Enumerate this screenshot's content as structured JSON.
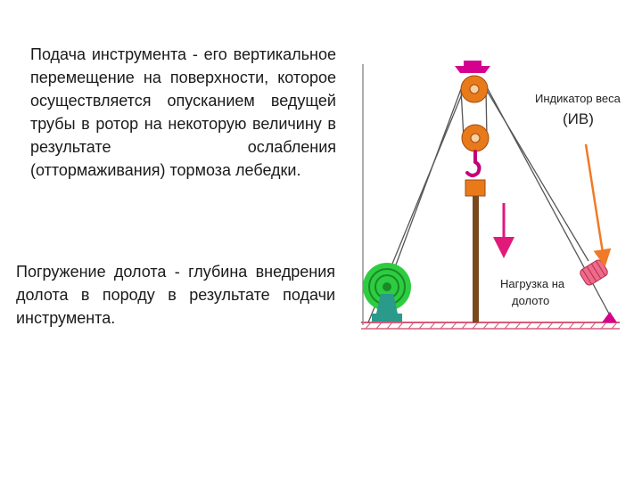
{
  "text": {
    "paragraph1": "Подача инструмента - его вертикальное перемещение на поверхности, которое осуществляется опусканием ведущей трубы в ротор на некоторую величину в результате ослабления (оттормаживания) тормоза лебедки.",
    "paragraph2": "Погружение долота - глубина внедрения долота в породу в результате подачи инструмента."
  },
  "diagram": {
    "weight_indicator_label": "Индикатор веса",
    "weight_indicator_abbr": "(ИВ)",
    "bit_load_label_line1": "Нагрузка на",
    "bit_load_label_line2": "долото"
  },
  "colors": {
    "crown_block": "#d6008f",
    "pulley": "#e87a1a",
    "hook": "#c4007a",
    "kelly_pipe": "#7a4a1f",
    "drawworks_drum": "#2ecc40",
    "drawworks_base": "#2a9a8a",
    "indicator": "#f06a8a",
    "arrow_load": "#e0197a",
    "arrow_indicator": "#f07a28",
    "ground": "#d65a7a"
  }
}
